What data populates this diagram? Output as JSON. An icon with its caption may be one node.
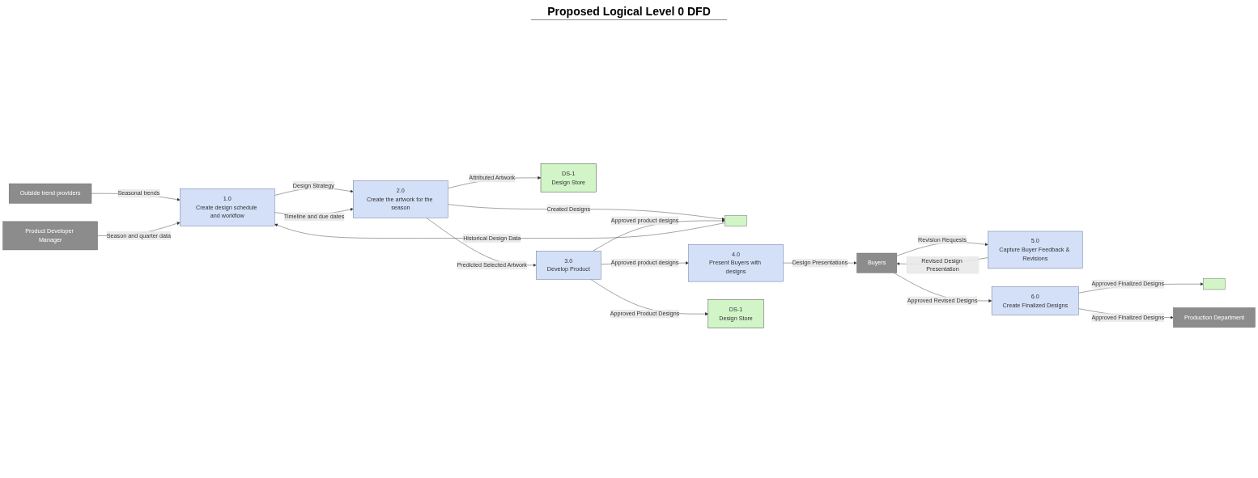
{
  "diagram": {
    "title": "Proposed Logical Level 0 DFD",
    "nodes": [
      {
        "text": [
          "Outside trend providers"
        ]
      },
      {
        "text": [
          "Product Developer Manager"
        ]
      },
      {
        "text": [
          "1.0",
          "Create design schedule and workflow"
        ]
      },
      {
        "text": [
          "DS-1",
          "Design Store"
        ]
      },
      {
        "text": [
          "2.0",
          "Create the artwork for the season"
        ]
      },
      {
        "text": [
          "5.0",
          "Capture Buyer Feedback & Revisions"
        ]
      },
      {
        "text": [
          "Buyers"
        ]
      },
      {
        "text": [],
        "shape": "box"
      },
      {
        "text": [
          "3.0",
          "Develop Product"
        ]
      },
      {
        "text": [
          "4.0",
          "Present Buyers with designs"
        ]
      },
      {
        "text": [
          "6.0",
          "Create Finalized Designs"
        ]
      },
      {
        "text": [],
        "shape": "box"
      },
      {
        "text": [
          "DS-1",
          "Design Store"
        ]
      },
      {
        "text": [
          "Production Department"
        ]
      }
    ],
    "edges": [
      {
        "from": 0,
        "to": 2,
        "arrow": "to",
        "label": "Seasonal trends"
      },
      {
        "from": 1,
        "to": 2,
        "arrow": "to",
        "label": "Season and quarter data"
      },
      {
        "from": 2,
        "to": 4,
        "arrow": "to",
        "label": "Design Strategy"
      },
      {
        "from": 2,
        "to": 4,
        "arrow": "to",
        "label": "Timeline and due dates"
      },
      {
        "from": 4,
        "to": 3,
        "arrow": "to",
        "label": "Attributed Artwork"
      },
      {
        "from": 4,
        "to": 7,
        "arrow": "to",
        "label": "Created Designs"
      },
      {
        "from": 7,
        "to": 2,
        "arrow": "to",
        "label": "Historical Design Data"
      },
      {
        "from": 4,
        "to": 8,
        "arrow": "to",
        "label": "Predicted Selected Artwork"
      },
      {
        "from": 8,
        "to": 7,
        "arrow": "to",
        "label": "Approved product designs"
      },
      {
        "from": 8,
        "to": 12,
        "arrow": "to",
        "label": "Approved Product Designs"
      },
      {
        "from": 8,
        "to": 9,
        "arrow": "to",
        "label": "Approved product designs"
      },
      {
        "from": 9,
        "to": 6,
        "arrow": "to",
        "label": "Design Presentations"
      },
      {
        "from": 5,
        "to": 6,
        "arrow": "to",
        "label": "Revised Design Presentation"
      },
      {
        "from": 6,
        "to": 5,
        "arrow": "to",
        "label": "Revision Requests"
      },
      {
        "from": 6,
        "to": 10,
        "arrow": "to",
        "label": "Approved Revised Designs"
      },
      {
        "from": 10,
        "to": 11,
        "arrow": "to",
        "label": "Approved Finalized Designs"
      },
      {
        "from": 10,
        "to": 13,
        "arrow": "to",
        "label": "Approved Finalized Designs"
      }
    ]
  }
}
